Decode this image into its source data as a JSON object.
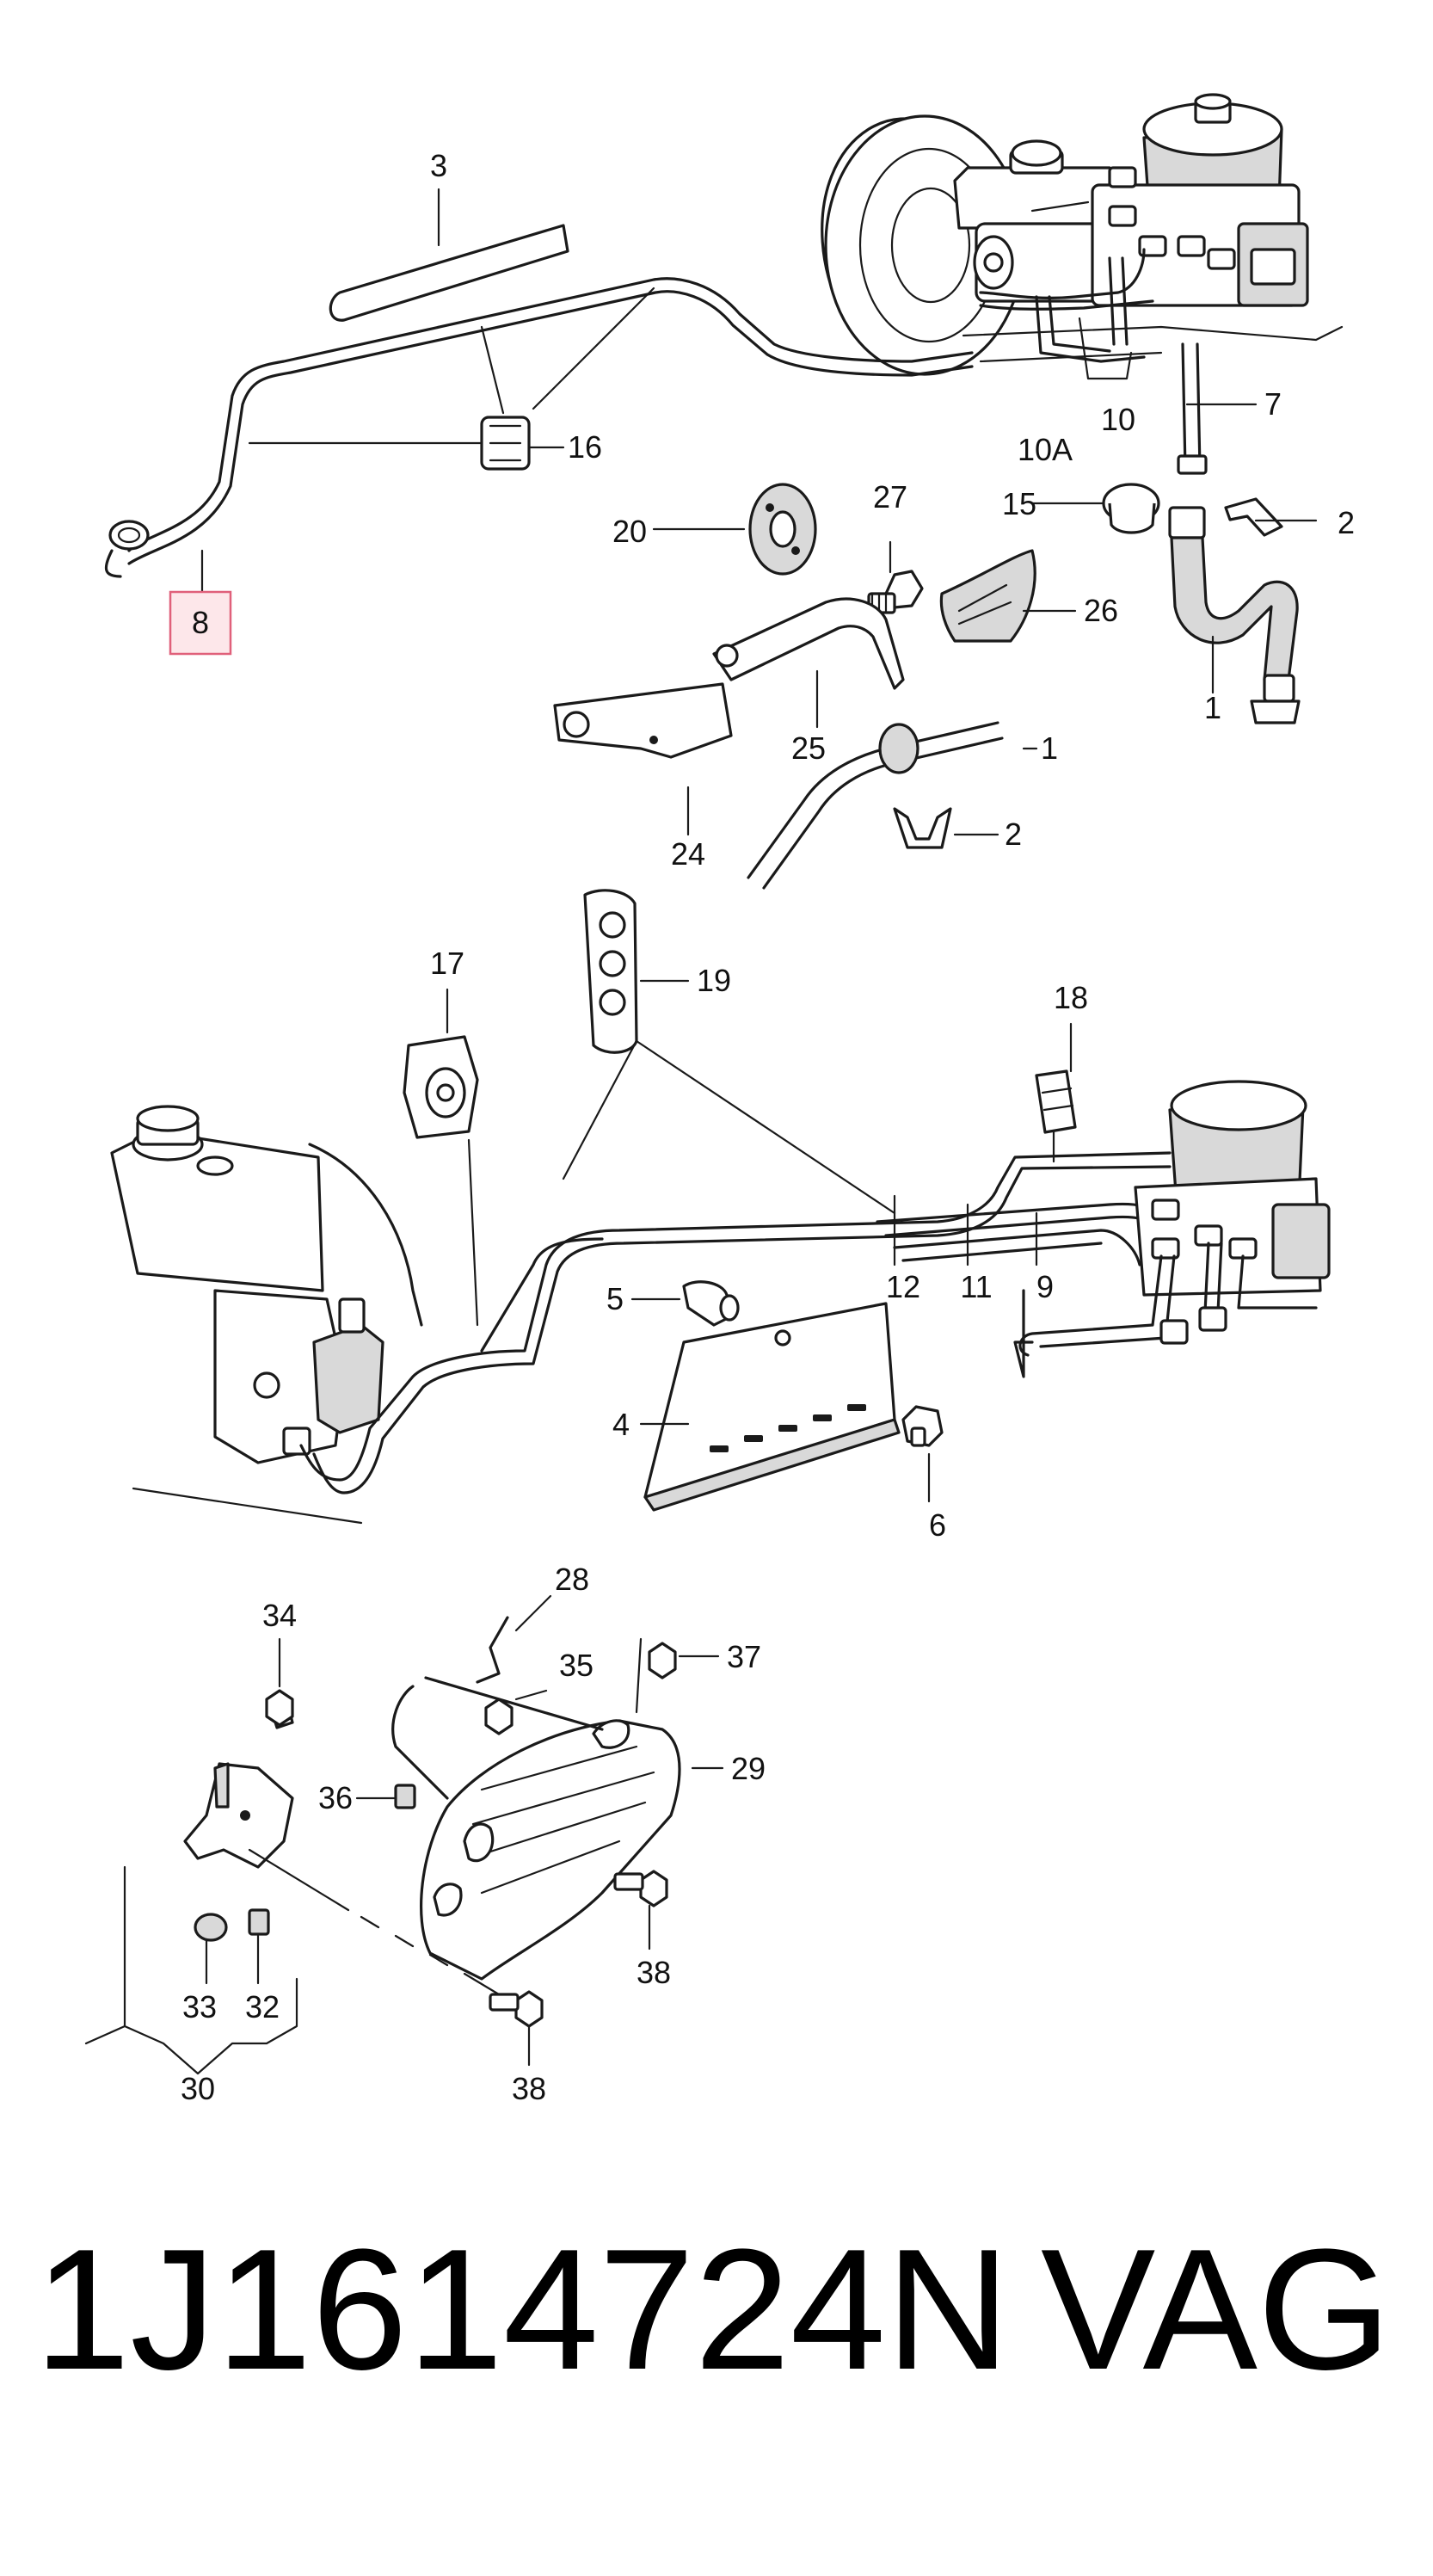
{
  "callouts": [
    "1",
    "1",
    "2",
    "2",
    "3",
    "4",
    "5",
    "6",
    "7",
    "8",
    "9",
    "10",
    "10A",
    "11",
    "12",
    "15",
    "16",
    "17",
    "18",
    "19",
    "20",
    "24",
    "25",
    "26",
    "27",
    "28",
    "29",
    "30",
    "32",
    "33",
    "34",
    "35",
    "36",
    "37",
    "38",
    "38"
  ],
  "highlighted_callout": "8",
  "highlight_color": "#e0607a",
  "footer": {
    "part_number": "1J1614724N",
    "brand": "VAG"
  }
}
